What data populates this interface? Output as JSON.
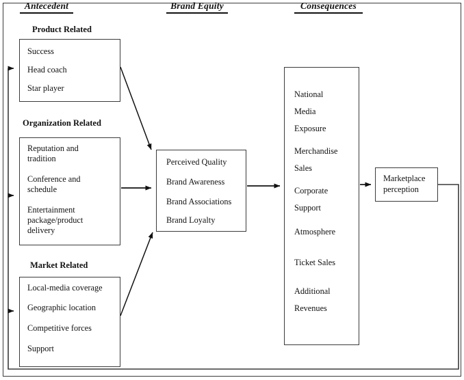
{
  "figure": {
    "columns": [
      {
        "id": "antecedent",
        "label": "Antecedent"
      },
      {
        "id": "brand_equity",
        "label": "Brand Equity"
      },
      {
        "id": "consequences",
        "label": "Consequences"
      }
    ],
    "group_titles": {
      "product": "Product Related",
      "organization": "Organization Related",
      "market": "Market Related"
    },
    "boxes": {
      "product_related": {
        "title": "Product Related",
        "items": [
          "Success",
          "Head coach",
          "Star player"
        ]
      },
      "organization_related": {
        "title": "Organization Related",
        "items": [
          "Reputation and",
          "tradition",
          "Conference and",
          "schedule",
          "Entertainment",
          "package/product",
          "delivery"
        ]
      },
      "market_related": {
        "title": "Market Related",
        "items": [
          "Local-media coverage",
          "Geographic location",
          "Competitive forces",
          "Support"
        ]
      },
      "brand_equity": {
        "items": [
          "Perceived Quality",
          "Brand Awareness",
          "Brand Associations",
          "Brand Loyalty"
        ]
      },
      "consequences": {
        "items": [
          "National",
          "Media",
          "Exposure",
          "Merchandise",
          "Sales",
          "Corporate",
          "Support",
          "Atmosphere",
          "Ticket Sales",
          "Additional",
          "Revenues"
        ]
      },
      "marketplace": {
        "items": [
          "Marketplace",
          "perception"
        ]
      }
    },
    "colors": {
      "line": "#3a3a3a",
      "arrow": "#111111",
      "text": "#111111",
      "background": "#ffffff"
    }
  }
}
